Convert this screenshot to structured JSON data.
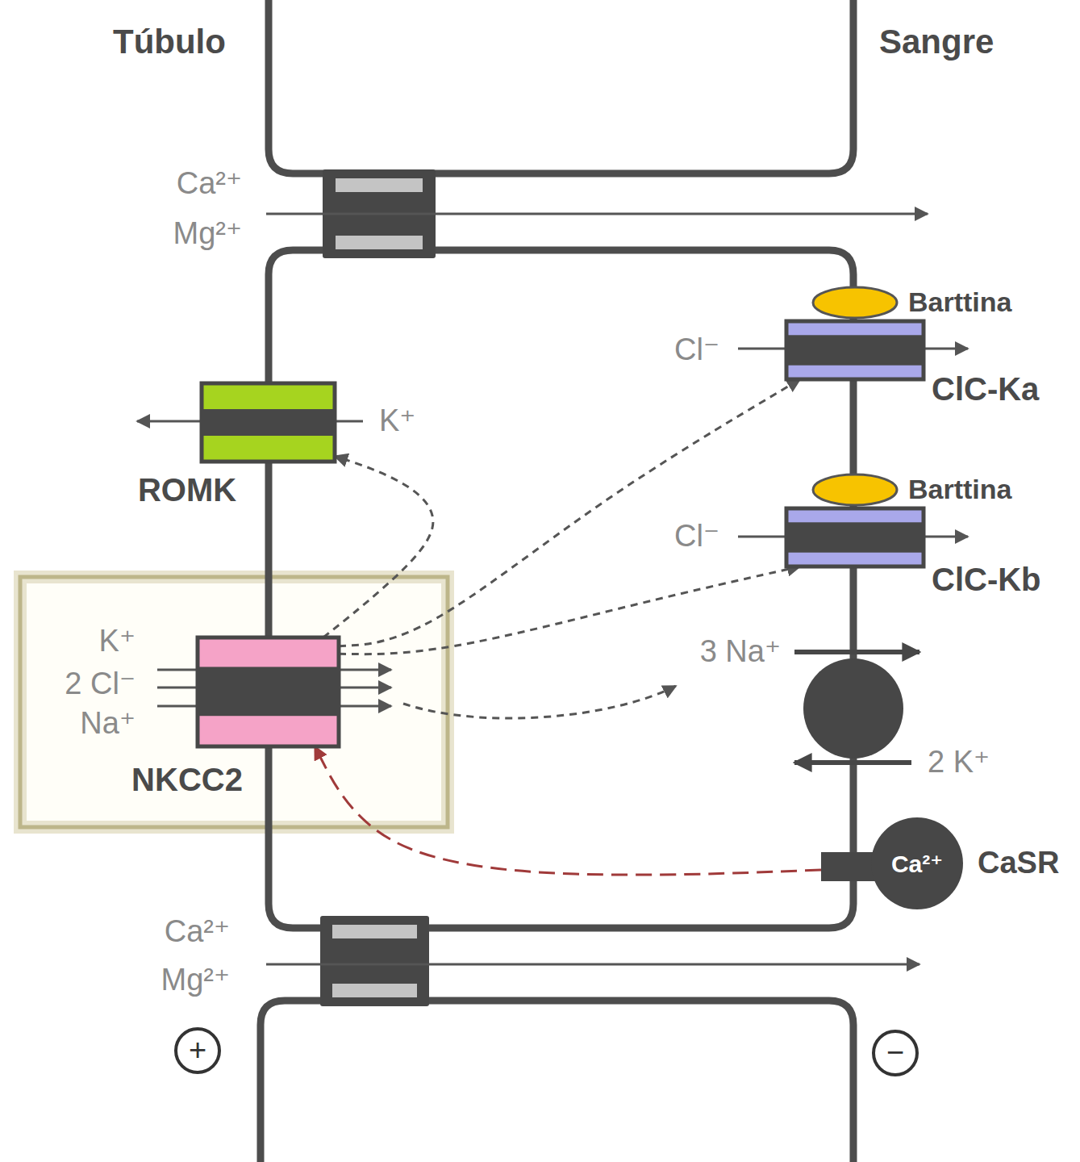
{
  "diagram": {
    "nodes": [
      {
        "text": [
          "Barttina"
        ]
      },
      {
        "text": [
          "ClC-Ka"
        ]
      },
      {
        "text": [
          "ROMK"
        ]
      },
      {
        "text": [
          "Barttina"
        ]
      },
      {
        "text": [
          "ClC-Kb"
        ]
      },
      {
        "text": [
          "NKCC2"
        ]
      },
      {
        "text": [
          "Ca²⁺",
          "CaSR"
        ]
      }
    ],
    "edges": [
      {
        "from": 5,
        "to": 2,
        "arrow": "to"
      },
      {
        "from": 5,
        "to": 1,
        "arrow": "to"
      },
      {
        "from": 5,
        "to": 4,
        "arrow": "to"
      },
      {
        "from": 6,
        "to": 5,
        "arrow": "to"
      }
    ],
    "labels": [
      "Túbulo",
      "Sangre",
      "Ca²⁺",
      "Mg²⁺",
      "Cl⁻",
      "K⁺",
      "Cl⁻",
      "K⁺",
      "2 Cl⁻",
      "Na⁺",
      "3 Na⁺",
      "2 K⁺",
      "Ca²⁺",
      "Mg²⁺",
      "+",
      "−"
    ]
  }
}
